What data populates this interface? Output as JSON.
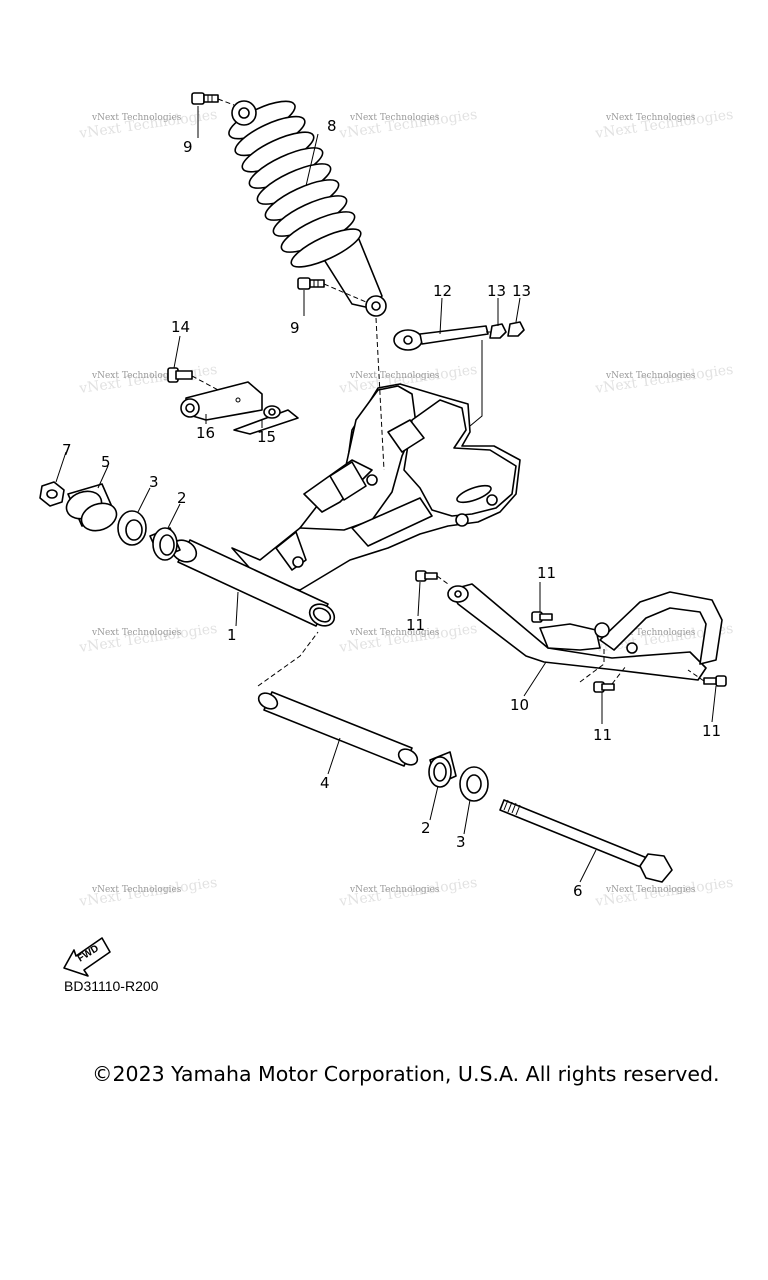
{
  "watermark": {
    "text": "vNext Technologies"
  },
  "callouts": {
    "c1": "1",
    "c2a": "2",
    "c2b": "2",
    "c3a": "3",
    "c3b": "3",
    "c4": "4",
    "c5": "5",
    "c6": "6",
    "c7": "7",
    "c8": "8",
    "c9a": "9",
    "c9b": "9",
    "c10": "10",
    "c11a": "11",
    "c11b": "11",
    "c11c": "11",
    "c11d": "11",
    "c12": "12",
    "c13a": "13",
    "c13b": "13",
    "c14": "14",
    "c15": "15",
    "c16": "16"
  },
  "fwd_label": "FWD",
  "diagram_code": "BD31110-R200",
  "copyright": "©2023 Yamaha Motor Corporation, U.S.A. All rights reserved."
}
